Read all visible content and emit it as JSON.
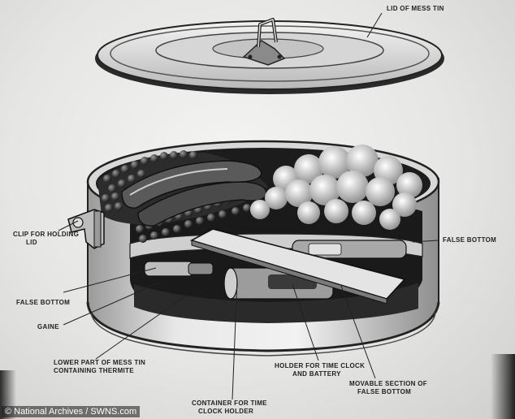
{
  "labels": {
    "lid": "LID OF MESS TIN",
    "clip_line1": "CLIP FOR HOLDING",
    "clip_line2": "LID",
    "false_bottom_right": "FALSE BOTTOM",
    "false_bottom_left": "FALSE BOTTOM",
    "gaine": "GAINE",
    "lower_line1": "LOWER PART OF MESS TIN",
    "lower_line2": "CONTAINING THERMITE",
    "holder_line1": "HOLDER FOR TIME CLOCK",
    "holder_line2": "AND BATTERY",
    "movable_line1": "MOVABLE SECTION OF",
    "movable_line2": "FALSE BOTTOM",
    "container_line1": "CONTAINER FOR TIME",
    "container_line2": "CLOCK HOLDER"
  },
  "credit": "© National Archives / SWNS.com"
}
